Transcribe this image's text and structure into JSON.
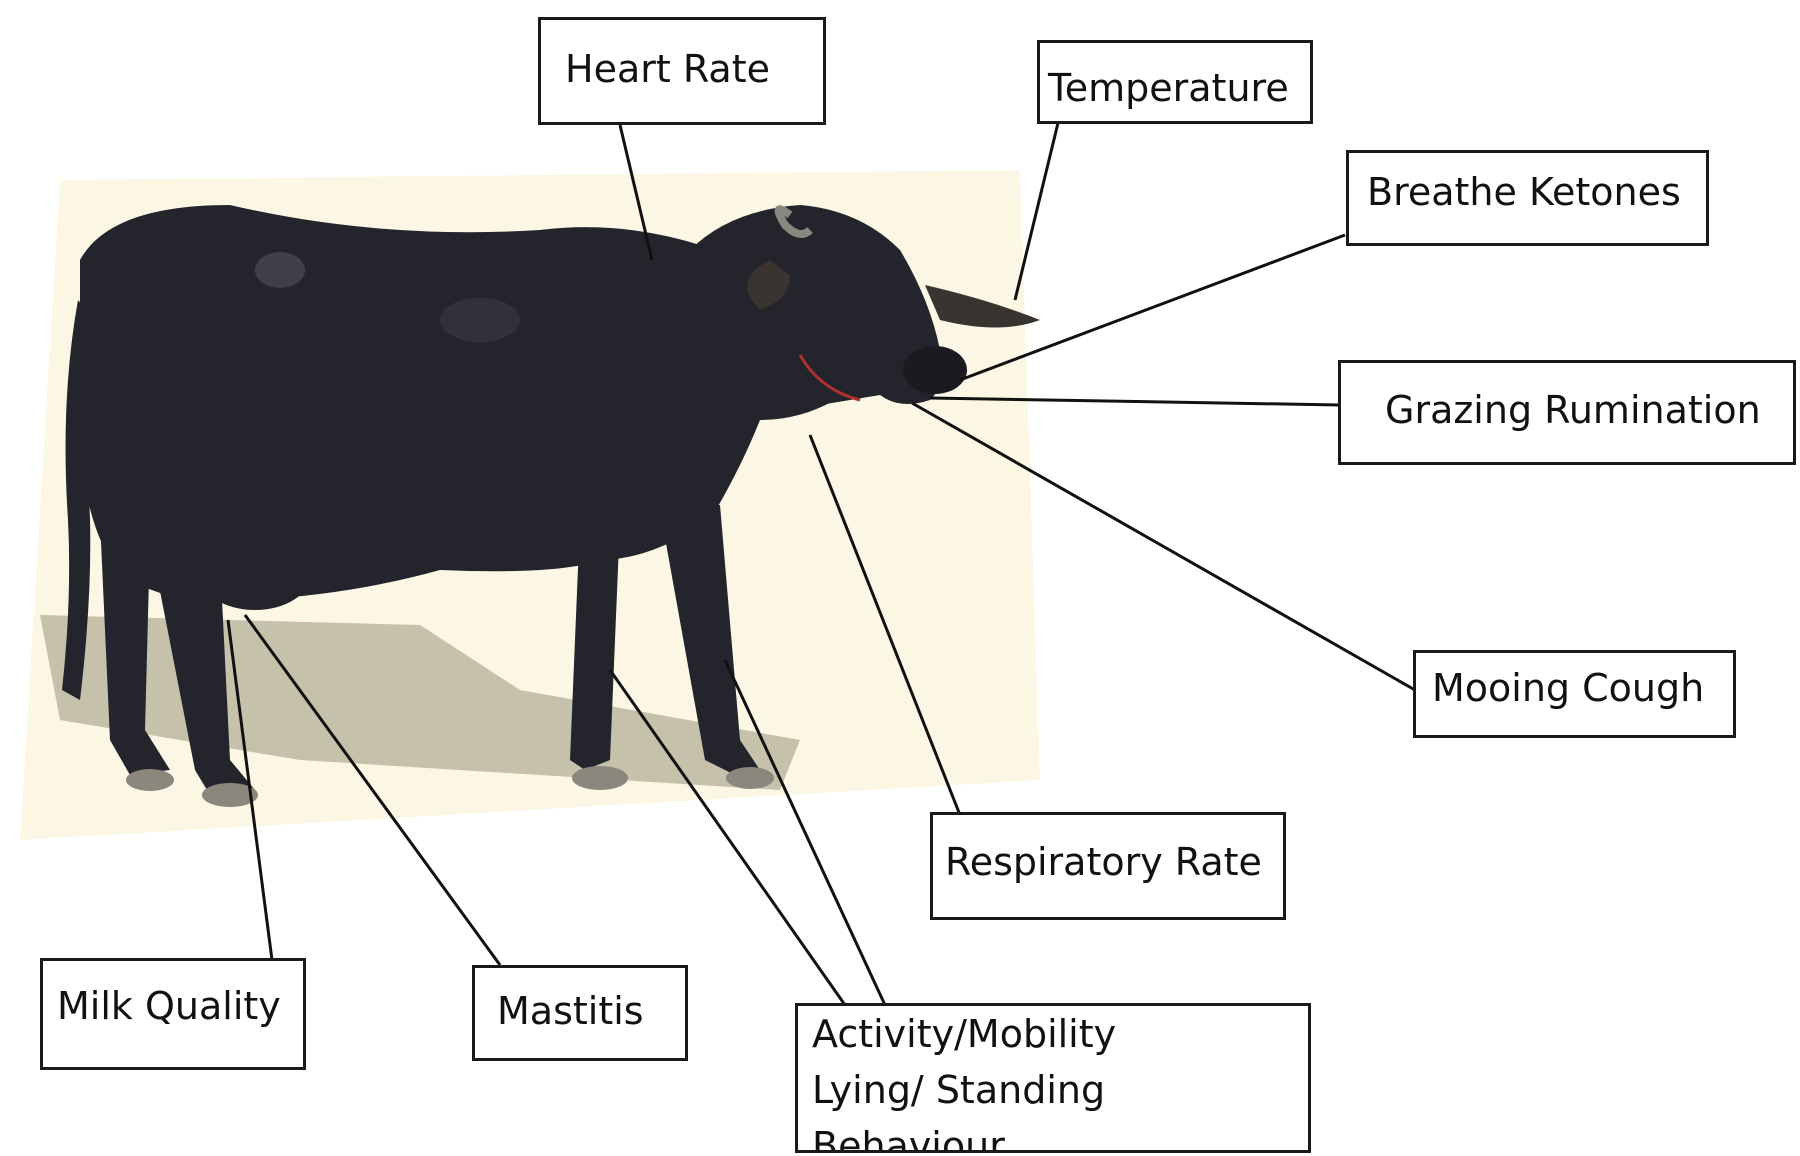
{
  "labels": {
    "heart_rate": "Heart Rate",
    "temperature": "Temperature",
    "breathe_ketones": "Breathe Ketones",
    "grazing_rumination": "Grazing Rumination",
    "mooing_cough": "Mooing Cough",
    "respiratory_rate": "Respiratory Rate",
    "milk_quality": "Milk Quality",
    "mastitis": "Mastitis",
    "activity": [
      "Activity/Mobility",
      "Lying/ Standing",
      "Behaviour"
    ]
  },
  "colors": {
    "animal_body": "#24242c",
    "background_patch": "#fbf7e4",
    "shadow": "#b8b39c",
    "box_border": "#1a1a1a",
    "leader_line": "#111111"
  }
}
